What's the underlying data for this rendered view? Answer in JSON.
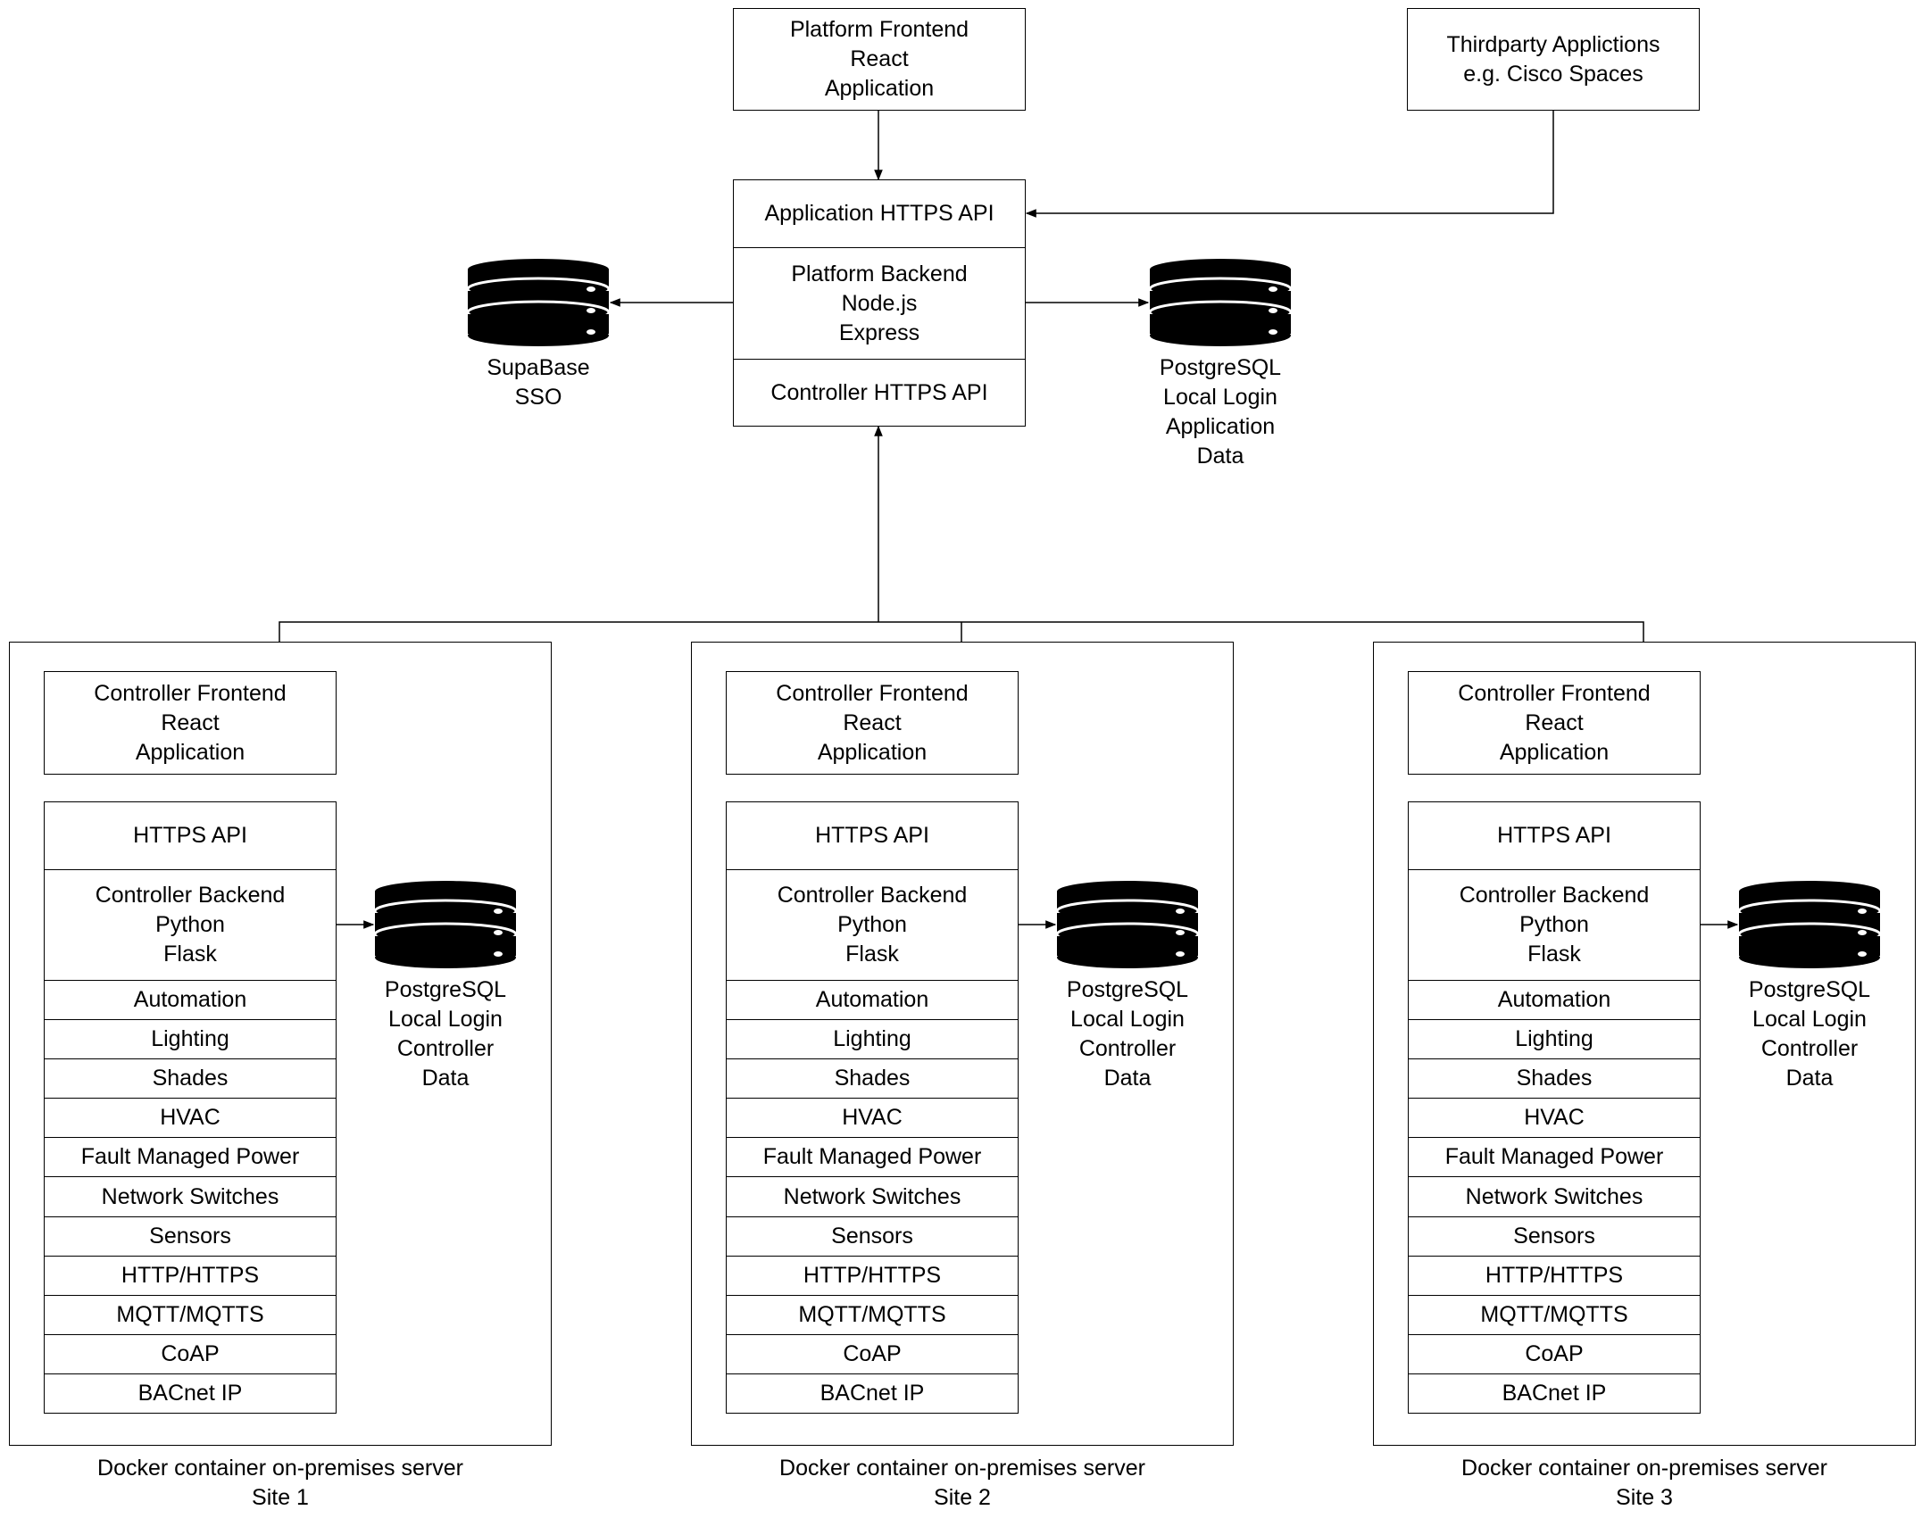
{
  "platform_frontend": {
    "lines": [
      "Platform Frontend",
      "React",
      "Application"
    ]
  },
  "thirdparty": {
    "lines": [
      "Thirdparty Applictions",
      "e.g. Cisco Spaces"
    ]
  },
  "platform_backend": {
    "app_api": "Application HTTPS API",
    "backend_lines": [
      "Platform Backend",
      "Node.js",
      "Express"
    ],
    "controller_api": "Controller HTTPS API"
  },
  "supabase": {
    "lines": [
      "SupaBase",
      "SSO"
    ]
  },
  "postgres_platform": {
    "lines": [
      "PostgreSQL",
      "Local Login",
      "Application",
      "Data"
    ]
  },
  "sites": [
    {
      "frontend_lines": [
        "Controller Frontend",
        "React",
        "Application"
      ],
      "api": "HTTPS API",
      "backend_lines": [
        "Controller Backend",
        "Python",
        "Flask"
      ],
      "modules": [
        "Automation",
        "Lighting",
        "Shades",
        "HVAC",
        "Fault Managed Power",
        "Network Switches",
        "Sensors",
        "HTTP/HTTPS",
        "MQTT/MQTTS",
        "CoAP",
        "BACnet IP"
      ],
      "db_lines": [
        "PostgreSQL",
        "Local Login",
        "Controller",
        "Data"
      ],
      "caption_lines": [
        "Docker container on-premises server",
        "Site 1"
      ]
    },
    {
      "frontend_lines": [
        "Controller Frontend",
        "React",
        "Application"
      ],
      "api": "HTTPS API",
      "backend_lines": [
        "Controller Backend",
        "Python",
        "Flask"
      ],
      "modules": [
        "Automation",
        "Lighting",
        "Shades",
        "HVAC",
        "Fault Managed Power",
        "Network Switches",
        "Sensors",
        "HTTP/HTTPS",
        "MQTT/MQTTS",
        "CoAP",
        "BACnet IP"
      ],
      "db_lines": [
        "PostgreSQL",
        "Local Login",
        "Controller",
        "Data"
      ],
      "caption_lines": [
        "Docker container on-premises server",
        "Site 2"
      ]
    },
    {
      "frontend_lines": [
        "Controller Frontend",
        "React",
        "Application"
      ],
      "api": "HTTPS API",
      "backend_lines": [
        "Controller Backend",
        "Python",
        "Flask"
      ],
      "modules": [
        "Automation",
        "Lighting",
        "Shades",
        "HVAC",
        "Fault Managed Power",
        "Network Switches",
        "Sensors",
        "HTTP/HTTPS",
        "MQTT/MQTTS",
        "CoAP",
        "BACnet IP"
      ],
      "db_lines": [
        "PostgreSQL",
        "Local Login",
        "Controller",
        "Data"
      ],
      "caption_lines": [
        "Docker container on-premises server",
        "Site 3"
      ]
    }
  ]
}
